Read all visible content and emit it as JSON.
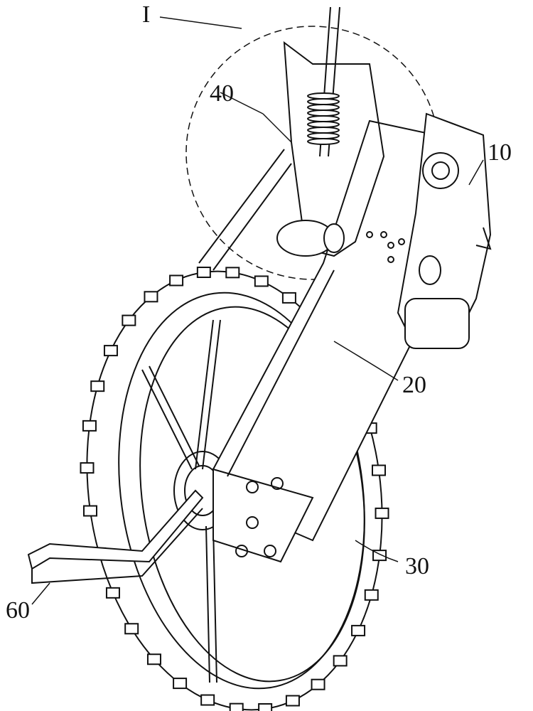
{
  "figure": {
    "labels": {
      "detail": "I",
      "part40": "40",
      "part10": "10",
      "part20": "20",
      "part30": "30",
      "part60": "60"
    }
  }
}
